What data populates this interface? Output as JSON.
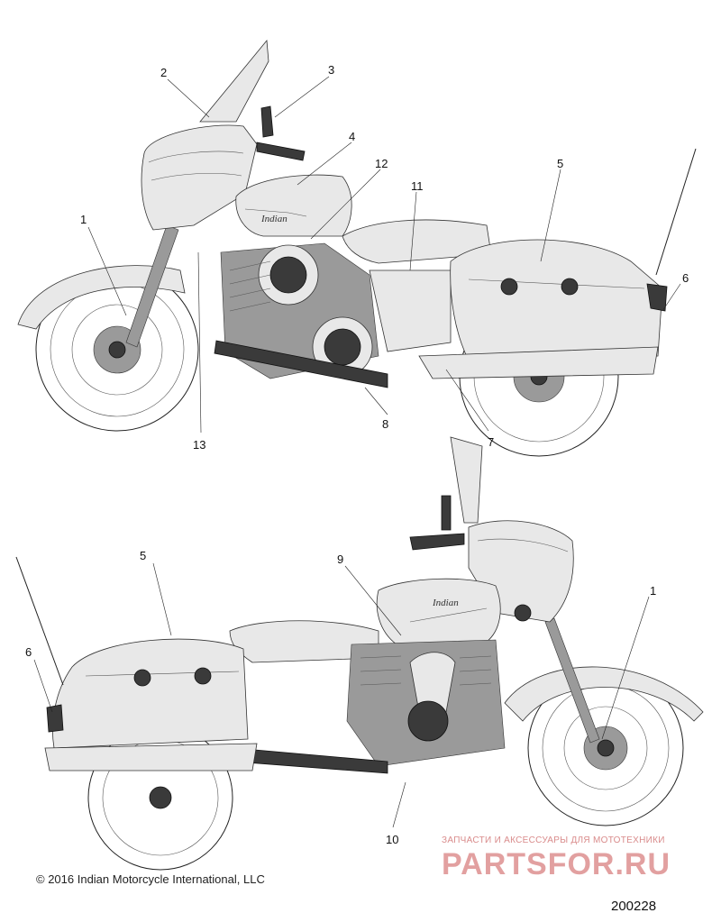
{
  "callouts_top": [
    "1",
    "2",
    "3",
    "4",
    "12",
    "11",
    "5",
    "6",
    "13",
    "8",
    "7"
  ],
  "callouts_bottom": [
    "5",
    "9",
    "1",
    "6",
    "10"
  ],
  "footer": {
    "copyright": "© 2016 Indian Motorcycle International, LLC",
    "figure_number": "200228"
  },
  "watermark": {
    "tagline": "ЗАПЧАСТИ И АКСЕССУАРЫ ДЛЯ МОТОТЕХНИКИ",
    "brand": "PARTSFOR.RU"
  },
  "colors": {
    "line": "#222222",
    "watermark": "#e2a0a0"
  }
}
